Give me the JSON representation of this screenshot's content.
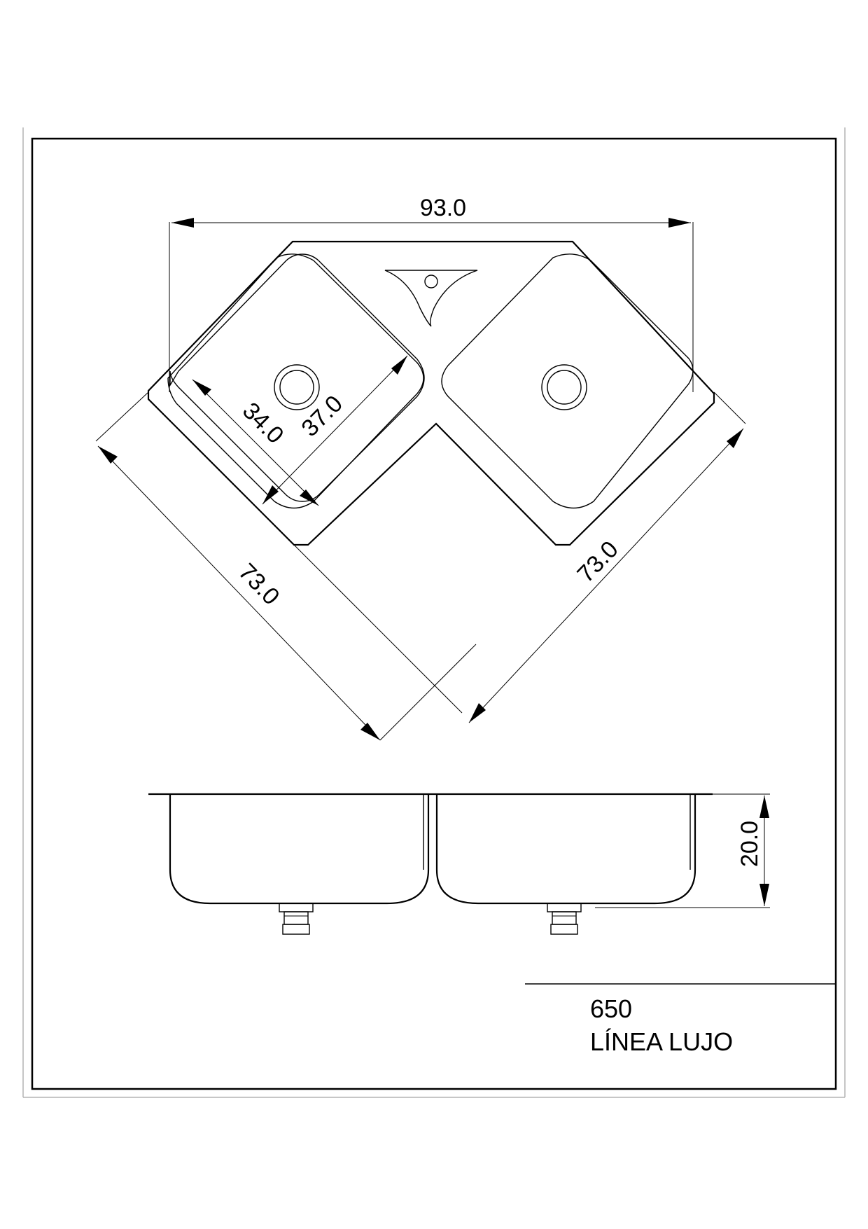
{
  "drawing": {
    "model_number": "650",
    "model_line": "LÍNEA LUJO"
  },
  "dimensions": {
    "overall_width": "93.0",
    "left_side": "73.0",
    "right_side": "73.0",
    "bowl_width": "34.0",
    "bowl_length": "37.0",
    "depth": "20.0"
  }
}
